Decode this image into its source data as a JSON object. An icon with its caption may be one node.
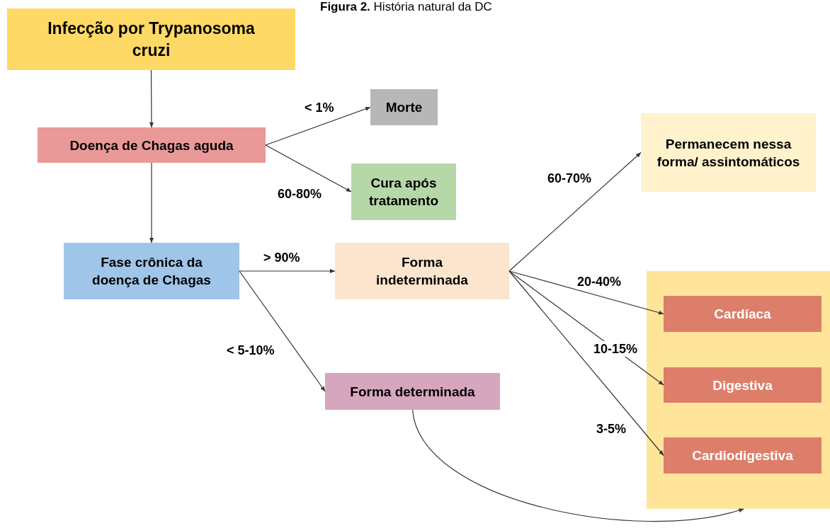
{
  "diagram": {
    "title": "**Figura 2.** História natural da DC",
    "nodes": [
      {
        "text": [
          "Infecção por Trypanosoma cruzi"
        ]
      },
      {
        "text": [
          "Doença de Chagas aguda"
        ]
      },
      {
        "text": [
          "Morte"
        ]
      },
      {
        "text": [
          "Cura após tratamento"
        ]
      },
      {
        "text": [
          "Fase crônica da doença de Chagas"
        ]
      },
      {
        "text": [
          "Forma indeterminada"
        ]
      },
      {
        "text": [
          "Permanecem nessa forma/ assintomáticos"
        ]
      },
      {
        "text": [],
        "shape": "box"
      },
      {
        "text": [
          "Cardíaca"
        ],
        "in": 7
      },
      {
        "text": [
          "Digestiva"
        ],
        "in": 7
      },
      {
        "text": [
          "Cardiodigestiva"
        ],
        "in": 7
      },
      {
        "text": [
          "Forma determinada"
        ]
      }
    ],
    "edges": [
      {
        "from": 0,
        "to": 1,
        "arrow": "to"
      },
      {
        "from": 1,
        "to": 4,
        "arrow": "to"
      },
      {
        "from": 1,
        "to": 2,
        "arrow": "to",
        "label": "< 1%"
      },
      {
        "from": 1,
        "to": 3,
        "arrow": "to",
        "label": "60-80%"
      },
      {
        "from": 4,
        "to": 5,
        "arrow": "to",
        "label": "> 90%"
      },
      {
        "from": 4,
        "to": 11,
        "arrow": "to",
        "label": "< 5-10%"
      },
      {
        "from": 5,
        "to": 6,
        "arrow": "to",
        "label": "60-70%"
      },
      {
        "from": 5,
        "to": 8,
        "arrow": "to",
        "label": "20-40%"
      },
      {
        "from": 5,
        "to": 9,
        "arrow": "to",
        "label": "10-15%"
      },
      {
        "from": 5,
        "to": 10,
        "arrow": "to",
        "label": "3-5%"
      },
      {
        "from": 11,
        "to": 7,
        "arrow": "to"
      }
    ]
  }
}
